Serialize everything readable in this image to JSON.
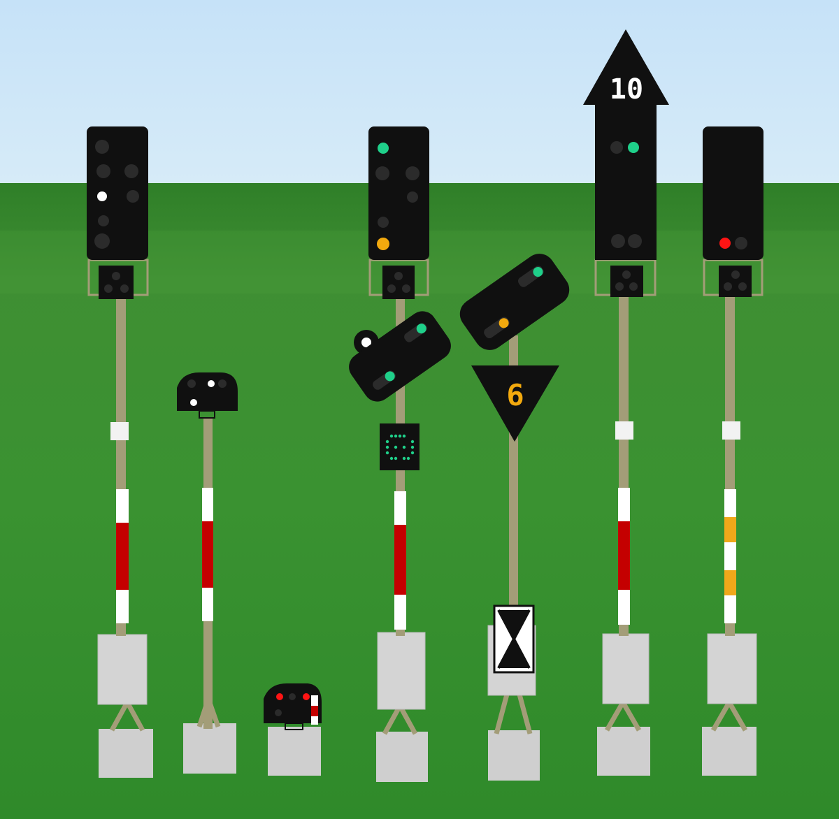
{
  "scene": {
    "description_colors": {
      "sky": "#cfe6f7",
      "grass_far": "#3c8a2c",
      "grass_near": "#2f8a2a",
      "mast": "#a39d78",
      "signal_body": "#101010",
      "lamp_dark": "#2b2b2b",
      "lamp_white": "#ffffff",
      "lamp_green": "#1fd08a",
      "lamp_yellow": "#f2a90e",
      "lamp_red": "#ff1414",
      "band_red": "#c40000",
      "band_white": "#ffffff",
      "band_yellow": "#f0a81a",
      "concrete": "#cfcfcf"
    },
    "indicators": {
      "speed_arrow_top": "10",
      "speed_triangle_down": "6"
    },
    "signals": [
      {
        "name": "main-signal-white-lamp",
        "lit": "white",
        "mast_bands": "red-white"
      },
      {
        "name": "dwarf-shunting-signal",
        "lit": "white",
        "mast_bands": "red-white"
      },
      {
        "name": "ground-shunting-signal",
        "lit": "red"
      },
      {
        "name": "combined-signal-green-yellow",
        "lit": "green-yellow",
        "mast_bands": "red-white"
      },
      {
        "name": "distant-signal-on-x-board",
        "lit": "yellow-green"
      },
      {
        "name": "speed-indicator-signal",
        "lit": "green",
        "mast_bands": "red-white"
      },
      {
        "name": "stop-signal-red",
        "lit": "red",
        "mast_bands": "yellow-white"
      }
    ]
  }
}
